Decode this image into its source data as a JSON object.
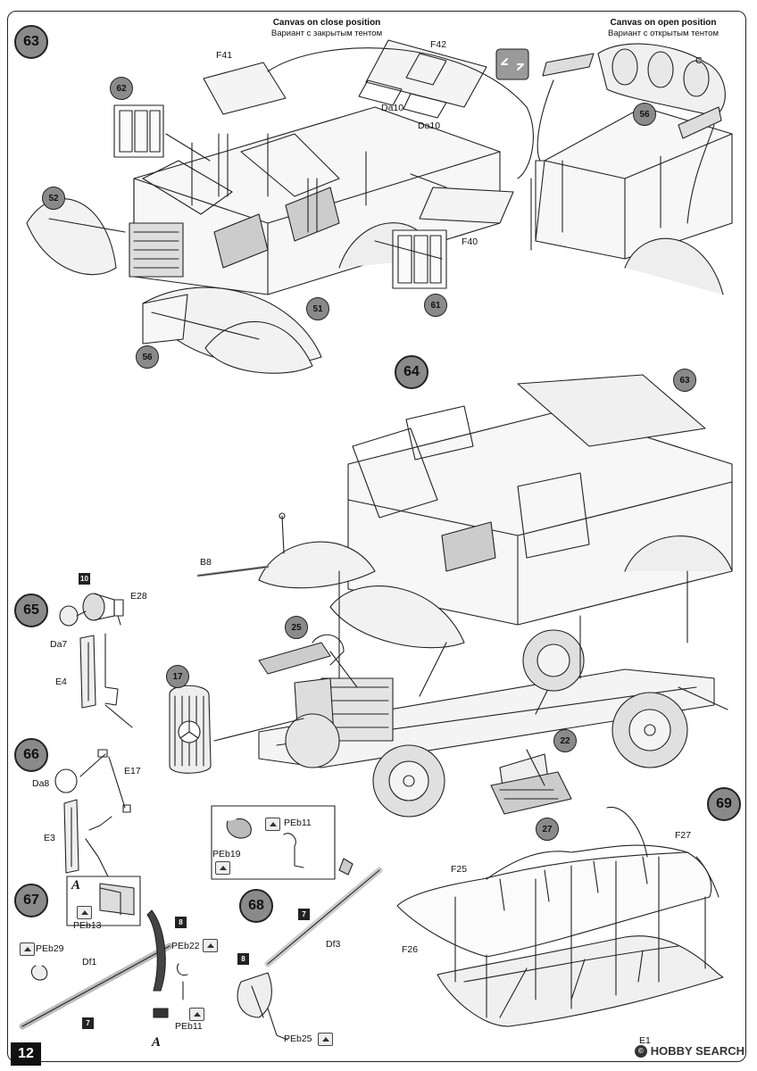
{
  "page": {
    "number": "12"
  },
  "watermark": {
    "copyright": "©",
    "brand": "HOBBY SEARCH"
  },
  "captions": {
    "closed_title": "Canvas on close position",
    "closed_subtitle": "Вариант с закрытым тентом",
    "open_title": "Canvas on open position",
    "open_subtitle": "Вариант с открытым тентом"
  },
  "steps": [
    "63",
    "64",
    "65",
    "66",
    "67",
    "68",
    "69"
  ],
  "sub_assemblies": [
    "62",
    "52",
    "56",
    "51",
    "61",
    "56",
    "63",
    "25",
    "17",
    "22",
    "27"
  ],
  "part_labels": {
    "s63": [
      "F41",
      "F42",
      "Da10",
      "Da10",
      "F40",
      "C"
    ],
    "s64": [
      "B8"
    ],
    "s65": [
      "10",
      "E28",
      "Da7",
      "E4"
    ],
    "s66": [
      "Da8",
      "E17",
      "E3"
    ],
    "s67": [
      "A",
      "PEb13",
      "PEb29",
      "Df1",
      "7",
      "8",
      "PEb22",
      "PEb11",
      "A"
    ],
    "s68": [
      "PEb19",
      "PEb11",
      "7",
      "Df3",
      "8",
      "PEb25"
    ],
    "s69": [
      "F27",
      "F25",
      "F26",
      "E1"
    ]
  }
}
